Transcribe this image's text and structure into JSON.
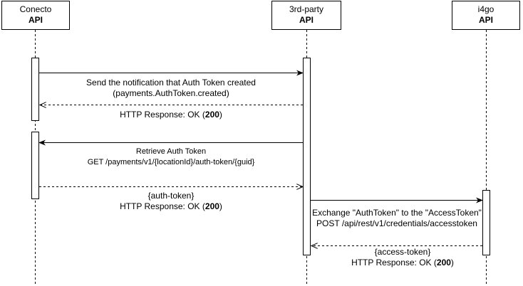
{
  "participants": [
    {
      "name": "Conecto",
      "stereotype": "API"
    },
    {
      "name": "3rd-party",
      "stereotype": "API"
    },
    {
      "name": "i4go",
      "stereotype": "API"
    }
  ],
  "messages": [
    {
      "line1": "Send the notification that Auth Token created",
      "line2": "(payments.AuthToken.created)"
    },
    {
      "prefix": "HTTP Response: OK (",
      "code": "200",
      "suffix": ")"
    },
    {
      "line1": "Retrieve Auth Token",
      "line2": "GET /payments/v1/{locationId}/auth-token/{guid}"
    },
    {
      "line1": "{auth-token}",
      "prefix": "HTTP Response: OK (",
      "code": "200",
      "suffix": ")"
    },
    {
      "line1": "Exchange \"AuthToken\" to the \"AccessToken\"",
      "line2": "POST /api/rest/v1/credentials/accesstoken"
    },
    {
      "line1": "{access-token}",
      "prefix": "HTTP Response: OK (",
      "code": "200",
      "suffix": ")"
    }
  ]
}
